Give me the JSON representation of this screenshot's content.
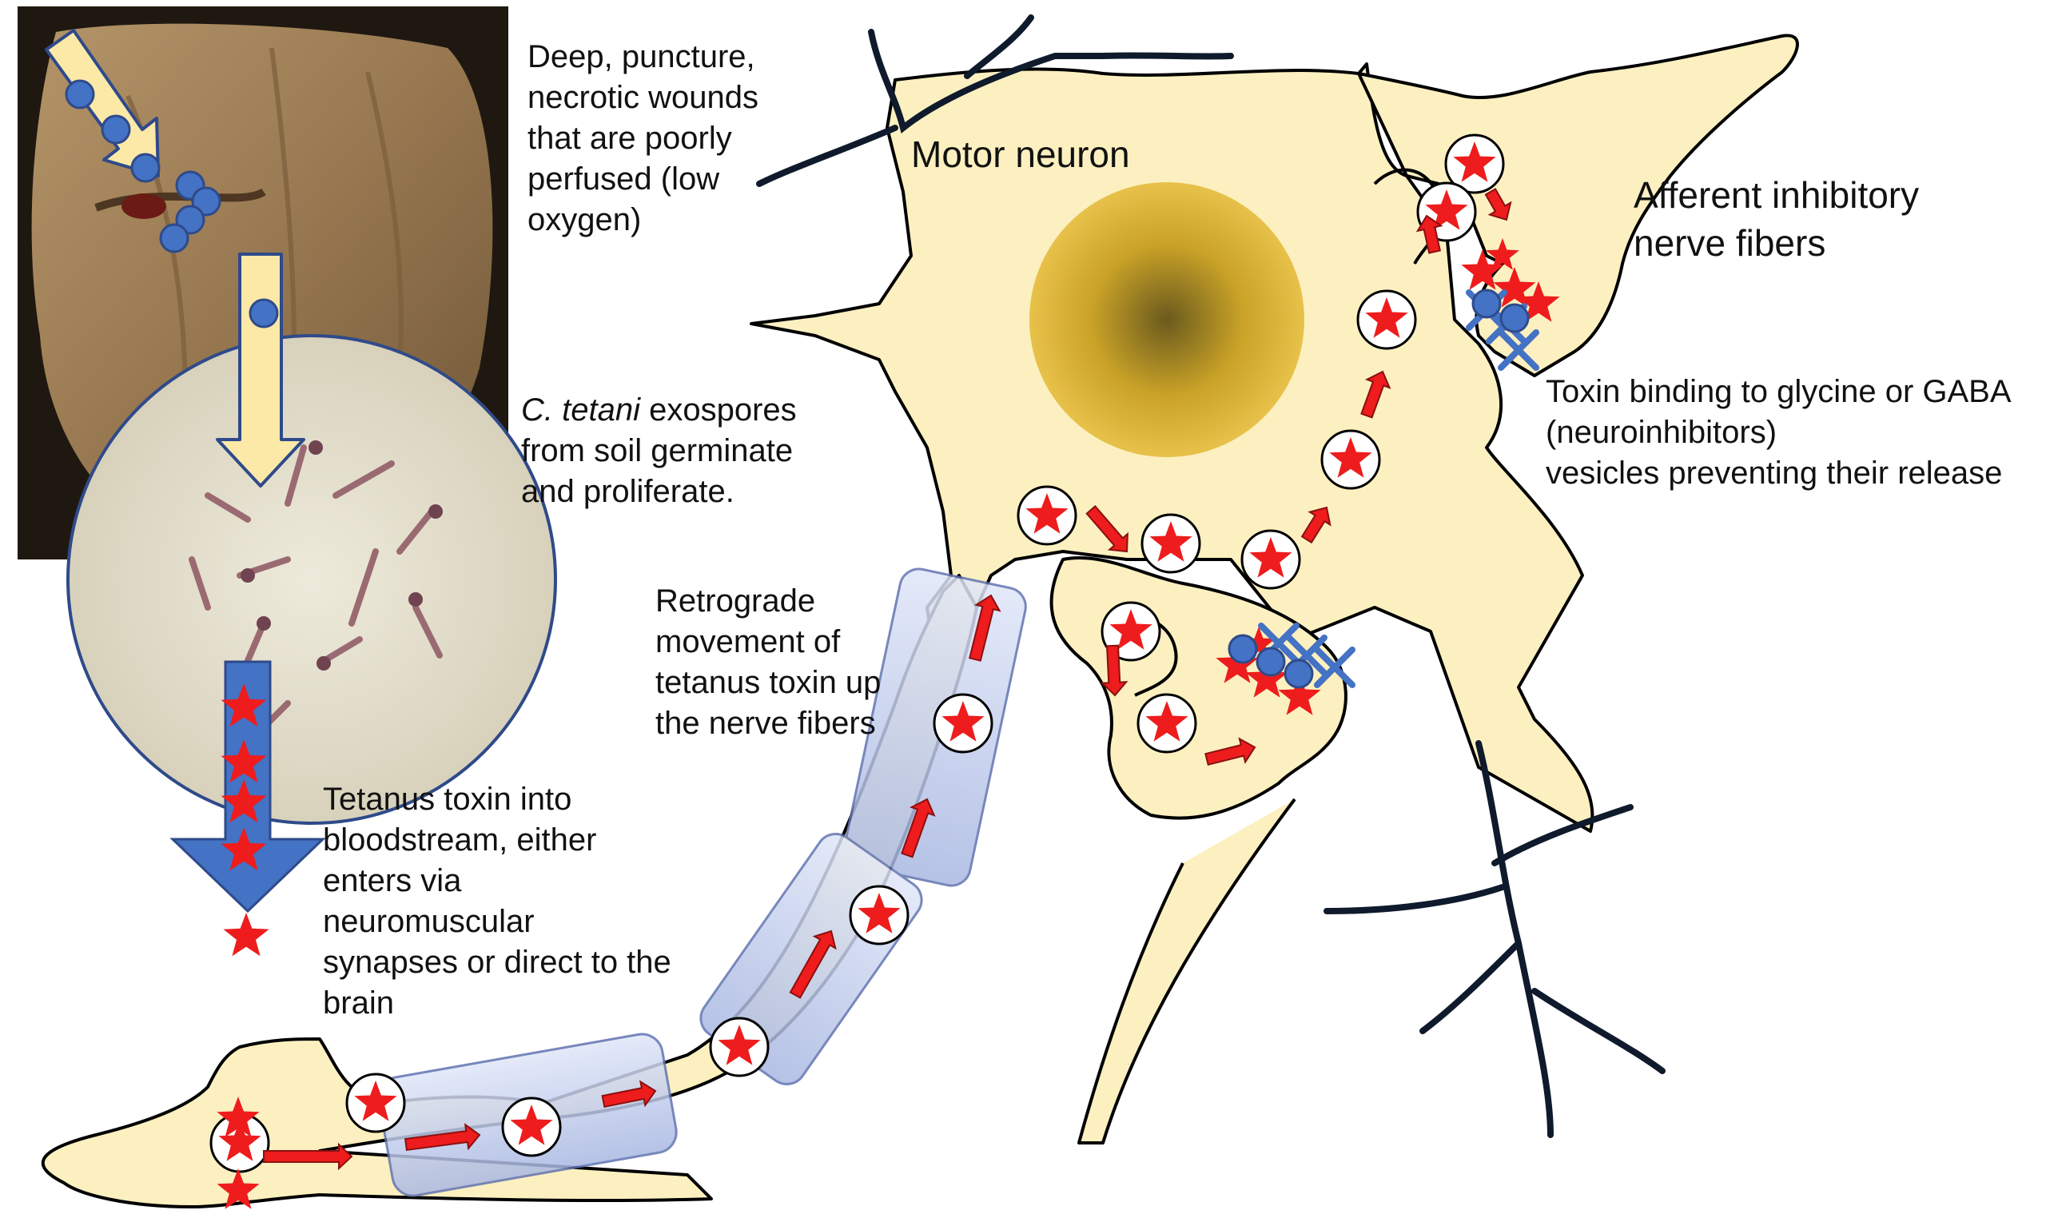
{
  "labels": {
    "motor_neuron": "Motor neuron",
    "afferent": "Afferent inhibitory\nnerve fibers",
    "wounds": "Deep, puncture,\nnecrotic wounds\nthat are poorly\nperfused (low\noxygen)",
    "ctetani_name": "C. tetani",
    "ctetani_rest": " exospores\nfrom soil germinate\nand proliferate.",
    "retrograde": "Retrograde\nmovement of\ntetanus toxin up\nthe nerve fibers",
    "bloodstream": "Tetanus toxin into\nbloodstream, either\nenters via\nneuromuscular\nsynapses or direct to the\nbrain",
    "toxin_binding": "Toxin binding to glycine or GABA\n(neuroinhibitors)\nvesicles preventing their release"
  },
  "colors": {
    "neuron_fill": "#fcf0c0",
    "outline": "#000000",
    "toxin_star": "#ee1c1c",
    "spore_blue": "#4472c4",
    "myelin": "#c9d3ef",
    "nucleus": "#c9a227",
    "arrow_yellow": "#fce9a8",
    "microscope_bg": "#e8e3d0",
    "photo_bg": "#2a2218"
  },
  "icons": {
    "toxin": "red-star-icon",
    "spore": "blue-circle-icon",
    "vesicle": "blue-vesicle-icon",
    "receptor": "blue-cross-icon",
    "transport": "red-arrow-icon"
  }
}
